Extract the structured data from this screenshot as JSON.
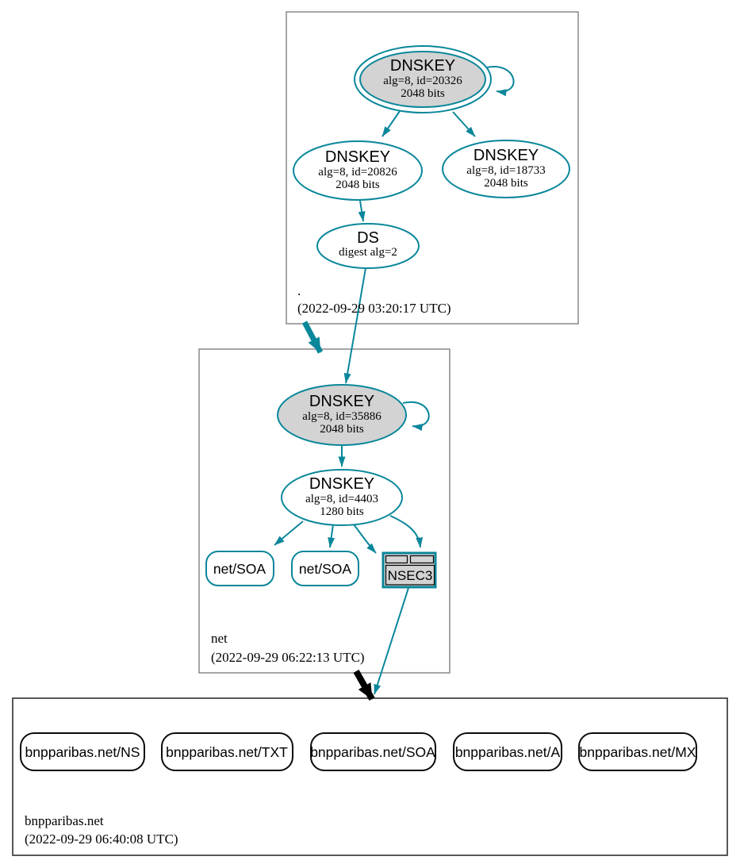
{
  "colors": {
    "edge_secure": "#0a879a",
    "ksk_fill": "#d3d3d3",
    "zone_border": "#808080",
    "bottom_zone_border": "#454545",
    "bottom_node_border": "#000000"
  },
  "zones": {
    "root": {
      "label": ".",
      "timestamp": "(2022-09-29 03:20:17 UTC)",
      "nodes": {
        "ksk": {
          "title": "DNSKEY",
          "detail1": "alg=8, id=20326",
          "detail2": "2048 bits"
        },
        "zsk1": {
          "title": "DNSKEY",
          "detail1": "alg=8, id=20826",
          "detail2": "2048 bits"
        },
        "zsk2": {
          "title": "DNSKEY",
          "detail1": "alg=8, id=18733",
          "detail2": "2048 bits"
        },
        "ds": {
          "title": "DS",
          "detail1": "digest alg=2"
        }
      }
    },
    "net": {
      "label": "net",
      "timestamp": "(2022-09-29 06:22:13 UTC)",
      "nodes": {
        "ksk": {
          "title": "DNSKEY",
          "detail1": "alg=8, id=35886",
          "detail2": "2048 bits"
        },
        "zsk": {
          "title": "DNSKEY",
          "detail1": "alg=8, id=4403",
          "detail2": "1280 bits"
        },
        "soa1": {
          "label": "net/SOA"
        },
        "soa2": {
          "label": "net/SOA"
        },
        "nsec3": {
          "label": "NSEC3"
        }
      }
    },
    "bnpparibas": {
      "label": "bnpparibas.net",
      "timestamp": "(2022-09-29 06:40:08 UTC)",
      "nodes": {
        "ns": {
          "label": "bnpparibas.net/NS"
        },
        "txt": {
          "label": "bnpparibas.net/TXT"
        },
        "soa": {
          "label": "bnpparibas.net/SOA"
        },
        "a": {
          "label": "bnpparibas.net/A"
        },
        "mx": {
          "label": "bnpparibas.net/MX"
        }
      }
    }
  }
}
